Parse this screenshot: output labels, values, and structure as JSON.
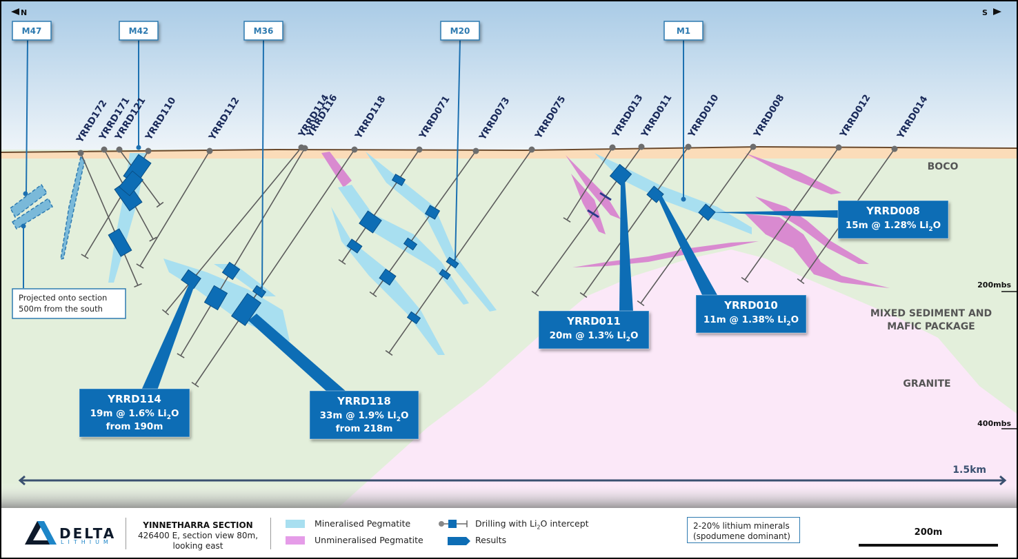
{
  "compass": {
    "north": "N",
    "south": "S"
  },
  "mines": [
    {
      "label": "M47"
    },
    {
      "label": "M42"
    },
    {
      "label": "M36"
    },
    {
      "label": "M20"
    },
    {
      "label": "M1"
    }
  ],
  "holes": [
    "YRRD172",
    "YRRD171",
    "YRRD121",
    "YRRD110",
    "YRRD112",
    "YRRD114",
    "YRRD116",
    "YRRD118",
    "YRRD071",
    "YRRD073",
    "YRRD075",
    "YRRD013",
    "YRRD011",
    "YRRD010",
    "YRRD008",
    "YRRD012",
    "YRRD014"
  ],
  "units": {
    "boco": "BOCO",
    "mixed_line1": "MIXED SEDIMENT AND",
    "mixed_line2": "MAFIC PACKAGE",
    "granite": "GRANITE"
  },
  "depths": {
    "d200": "200mbs",
    "d400": "400mbs"
  },
  "scale_arrow": "1.5km",
  "projected_note": {
    "line1": "Projected onto section",
    "line2": "500m from the south"
  },
  "callouts": {
    "yrrd114": {
      "title": "YRRD114",
      "line1_pre": "19m @ 1.6% Li",
      "sub": "2",
      "line1_post": "O",
      "line2": "from 190m"
    },
    "yrrd118": {
      "title": "YRRD118",
      "line1_pre": "33m @ 1.9% Li",
      "sub": "2",
      "line1_post": "O",
      "line2": "from 218m"
    },
    "yrrd011": {
      "title": "YRRD011",
      "line1_pre": "20m @ 1.3% Li",
      "sub": "2",
      "line1_post": "O"
    },
    "yrrd010": {
      "title": "YRRD010",
      "line1_pre": "11m @ 1.38% Li",
      "sub": "2",
      "line1_post": "O"
    },
    "yrrd008": {
      "title": "YRRD008",
      "line1_pre": "15m @ 1.28% Li",
      "sub": "2",
      "line1_post": "O"
    }
  },
  "footer": {
    "logo_name": "DELTA",
    "logo_sub": "LITHIUM",
    "section_title": "YINNETHARRA SECTION",
    "section_line2": "426400 E, section view 80m,",
    "section_line3": "looking east",
    "legend": {
      "mineralised": "Mineralised Pegmatite",
      "unmineralised": "Unmineralised Pegmatite",
      "drilling_pre": "Drilling with Li",
      "drilling_sub": "2",
      "drilling_post": "O intercept",
      "results": "Results"
    },
    "box_line1": "2-20% lithium minerals",
    "box_line2": "(spodumene dominant)",
    "scalebar": "200m"
  },
  "colors": {
    "brand_blue": "#0d6db5",
    "mineralised": "#a8dff0",
    "unmineralised": "#d98ad0",
    "sediment": "#e3efdb",
    "granite": "#fbe8f8",
    "navy_text": "#1a2a5a"
  }
}
